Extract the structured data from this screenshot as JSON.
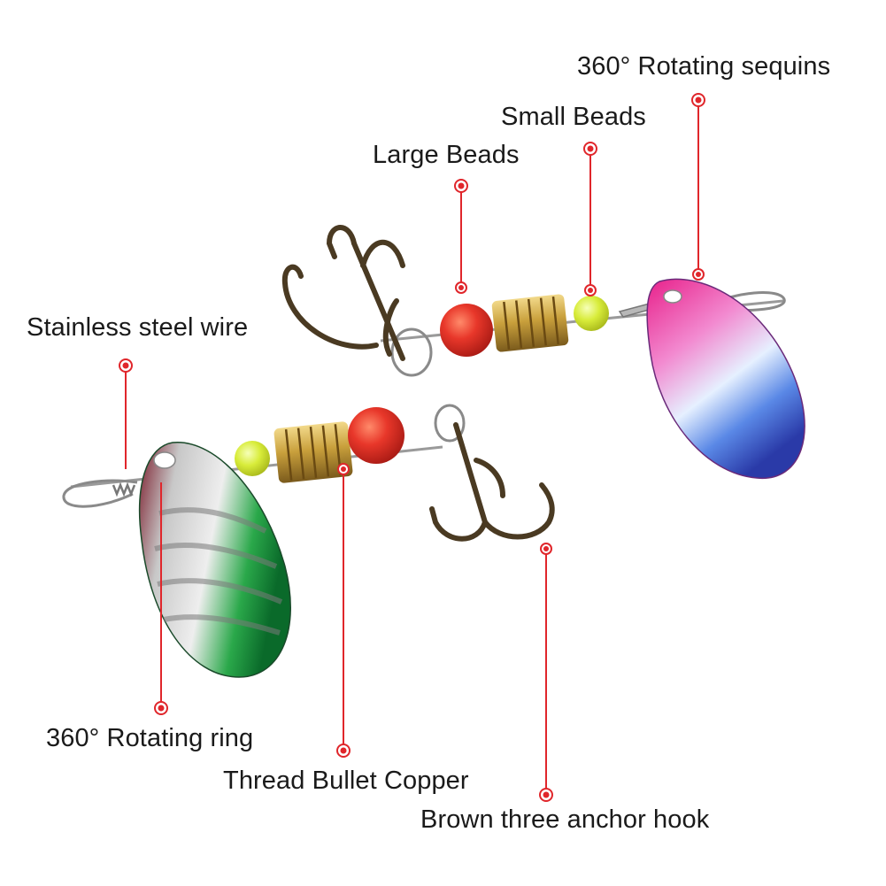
{
  "labels": {
    "rotating_sequins": "360° Rotating sequins",
    "small_beads": "Small Beads",
    "large_beads": "Large Beads",
    "stainless_wire": "Stainless steel wire",
    "rotating_ring": "360° Rotating ring",
    "thread_bullet": "Thread Bullet Copper",
    "anchor_hook": "Brown three anchor hook"
  },
  "colors": {
    "callout": "#e0262b",
    "text": "#1a1a1a",
    "bead_large": "#e8372a",
    "bead_small": "#d8ec3a",
    "brass": "#c9a03c",
    "hook": "#4a3a22"
  }
}
